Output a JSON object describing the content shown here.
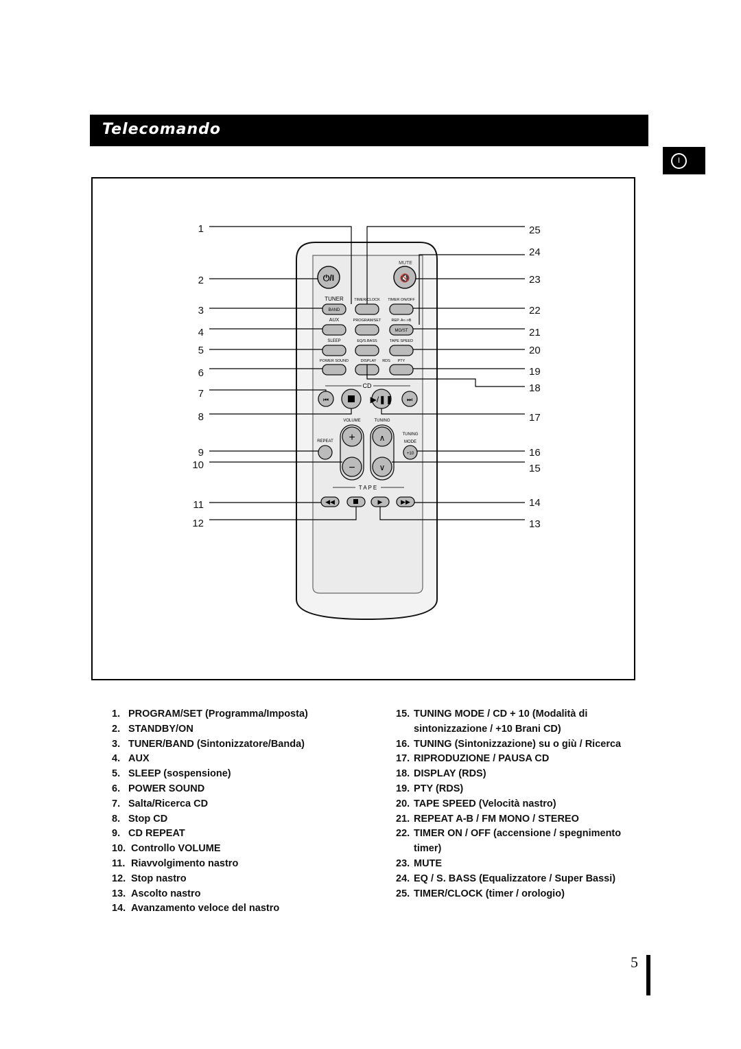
{
  "header": {
    "title": "Telecomando"
  },
  "lang_tab": {
    "label": "I"
  },
  "remote": {
    "labels": {
      "mute": "MUTE",
      "tuner": "TUNER",
      "band": "BAND",
      "timer_clock": "TIMER/CLOCK",
      "timer_onoff": "TIMER ON/OFF",
      "aux": "AUX",
      "program_set": "PROGRAM/SET",
      "rep": "REP. A<->B",
      "mo_st": "MO/ST",
      "sleep": "SLEEP",
      "eq_sbass": "EQ/S.BASS",
      "tape_speed": "TAPE SPEED",
      "power_sound": "POWER SOUND",
      "display": "DISPLAY",
      "rds": "RDS",
      "pty": "PTY",
      "cd": "CD",
      "volume": "VOLUME",
      "tuning": "TUNING",
      "repeat": "REPEAT",
      "tuning_mode_1": "TUNING",
      "tuning_mode_2": "MODE",
      "plus10": "+10",
      "tape": "T A P E"
    }
  },
  "callouts": {
    "left": [
      "1",
      "2",
      "3",
      "4",
      "5",
      "6",
      "7",
      "8",
      "9",
      "10",
      "11",
      "12"
    ],
    "right": [
      "25",
      "24",
      "23",
      "22",
      "21",
      "20",
      "19",
      "18",
      "17",
      "16",
      "15",
      "14",
      "13"
    ]
  },
  "legend": {
    "left": [
      {
        "n": "1.",
        "text": "PROGRAM/SET (Programma/Imposta)"
      },
      {
        "n": "2.",
        "text": "STANDBY/ON"
      },
      {
        "n": "3.",
        "text": "TUNER/BAND (Sintonizzatore/Banda)"
      },
      {
        "n": "4.",
        "text": "AUX"
      },
      {
        "n": "5.",
        "text": "SLEEP (sospensione)"
      },
      {
        "n": "6.",
        "text": "POWER SOUND"
      },
      {
        "n": "7.",
        "text": "Salta/Ricerca CD"
      },
      {
        "n": "8.",
        "text": "Stop CD"
      },
      {
        "n": "9.",
        "text": "CD REPEAT"
      },
      {
        "n": "10.",
        "text": "Controllo VOLUME"
      },
      {
        "n": "11.",
        "text": "Riavvolgimento nastro"
      },
      {
        "n": "12.",
        "text": "Stop nastro"
      },
      {
        "n": "13.",
        "text": "Ascolto nastro"
      },
      {
        "n": "14.",
        "text": "Avanzamento veloce del nastro"
      }
    ],
    "right": [
      {
        "n": "15.",
        "text": "TUNING MODE / CD + 10 (Modalità di"
      },
      {
        "n": "",
        "text": "sintonizzazione / +10 Brani CD)"
      },
      {
        "n": "16.",
        "text": "TUNING (Sintonizzazione) su o giù / Ricerca"
      },
      {
        "n": "17.",
        "text": "RIPRODUZIONE / PAUSA CD"
      },
      {
        "n": "18.",
        "text": "DISPLAY (RDS)"
      },
      {
        "n": "19.",
        "text": "PTY (RDS)"
      },
      {
        "n": "20.",
        "text": "TAPE SPEED (Velocità nastro)"
      },
      {
        "n": "21.",
        "text": "REPEAT A-B / FM MONO / STEREO"
      },
      {
        "n": "22.",
        "text": "TIMER ON / OFF (accensione / spegnimento"
      },
      {
        "n": "",
        "text": "timer)"
      },
      {
        "n": "23.",
        "text": "MUTE"
      },
      {
        "n": "24.",
        "text": "EQ / S. BASS (Equalizzatore / Super Bassi)"
      },
      {
        "n": "25.",
        "text": "TIMER/CLOCK (timer / orologio)"
      }
    ]
  },
  "footer": {
    "page_number": "5"
  }
}
